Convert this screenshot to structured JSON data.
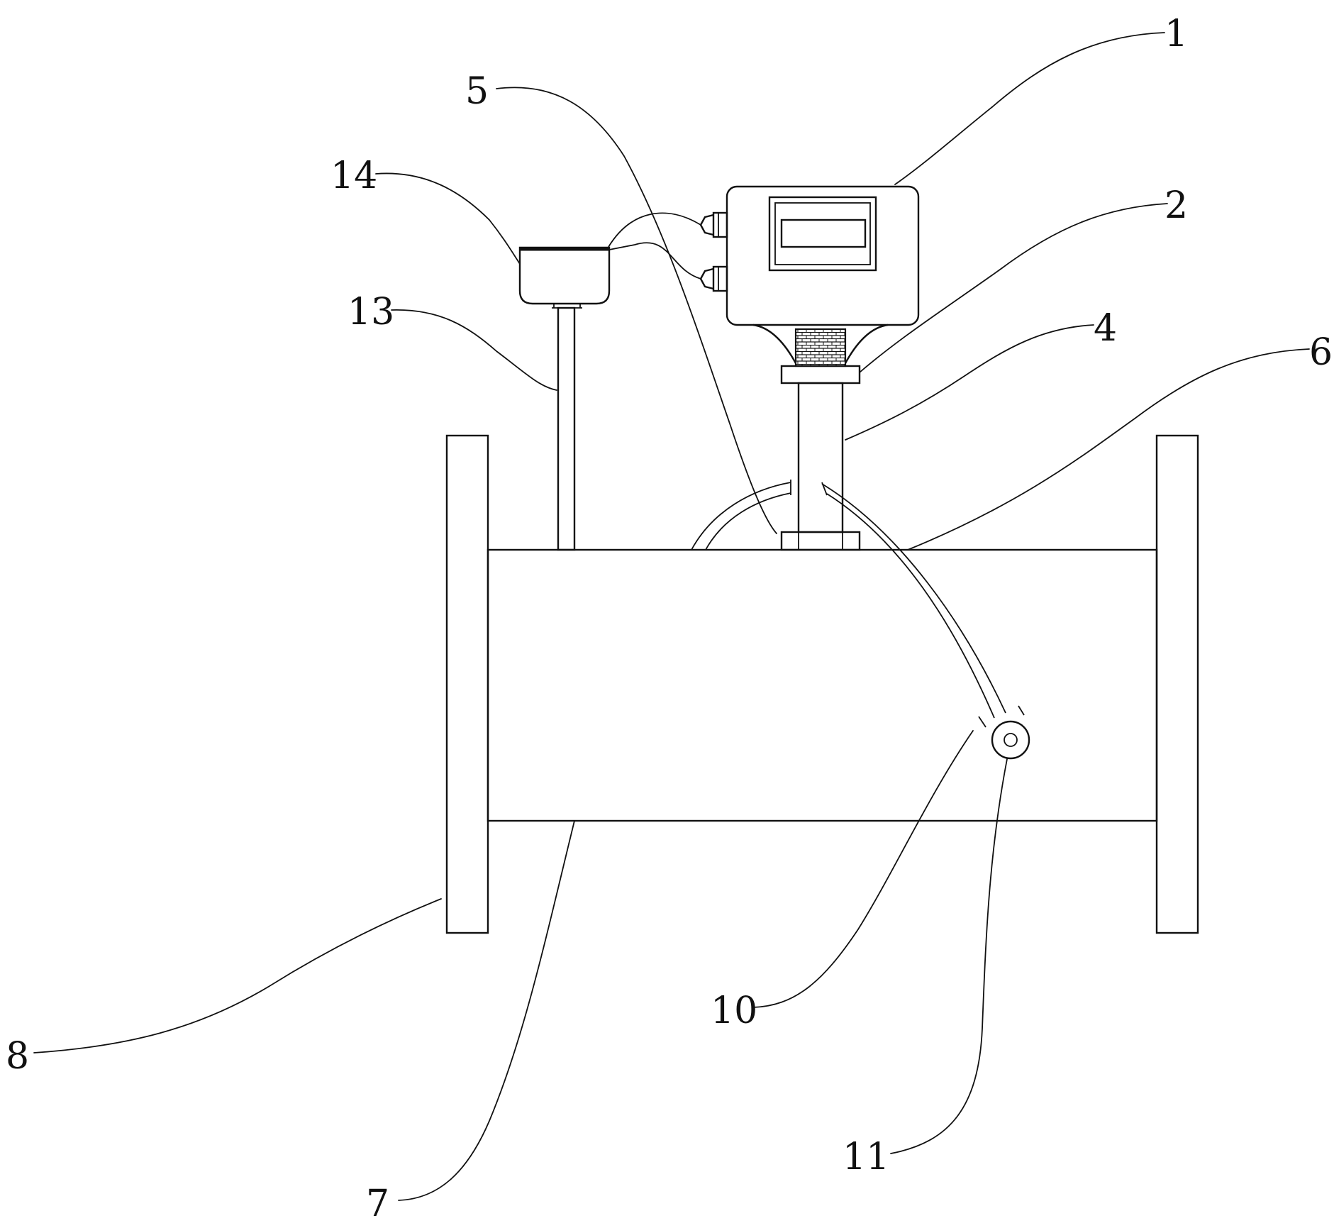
{
  "labels": {
    "l1": "1",
    "l2": "2",
    "l4": "4",
    "l5": "5",
    "l6": "6",
    "l7": "7",
    "l8": "8",
    "l10": "10",
    "l11": "11",
    "l13": "13",
    "l14": "14"
  },
  "colors": {
    "line": "#111111",
    "background": "#ffffff"
  }
}
